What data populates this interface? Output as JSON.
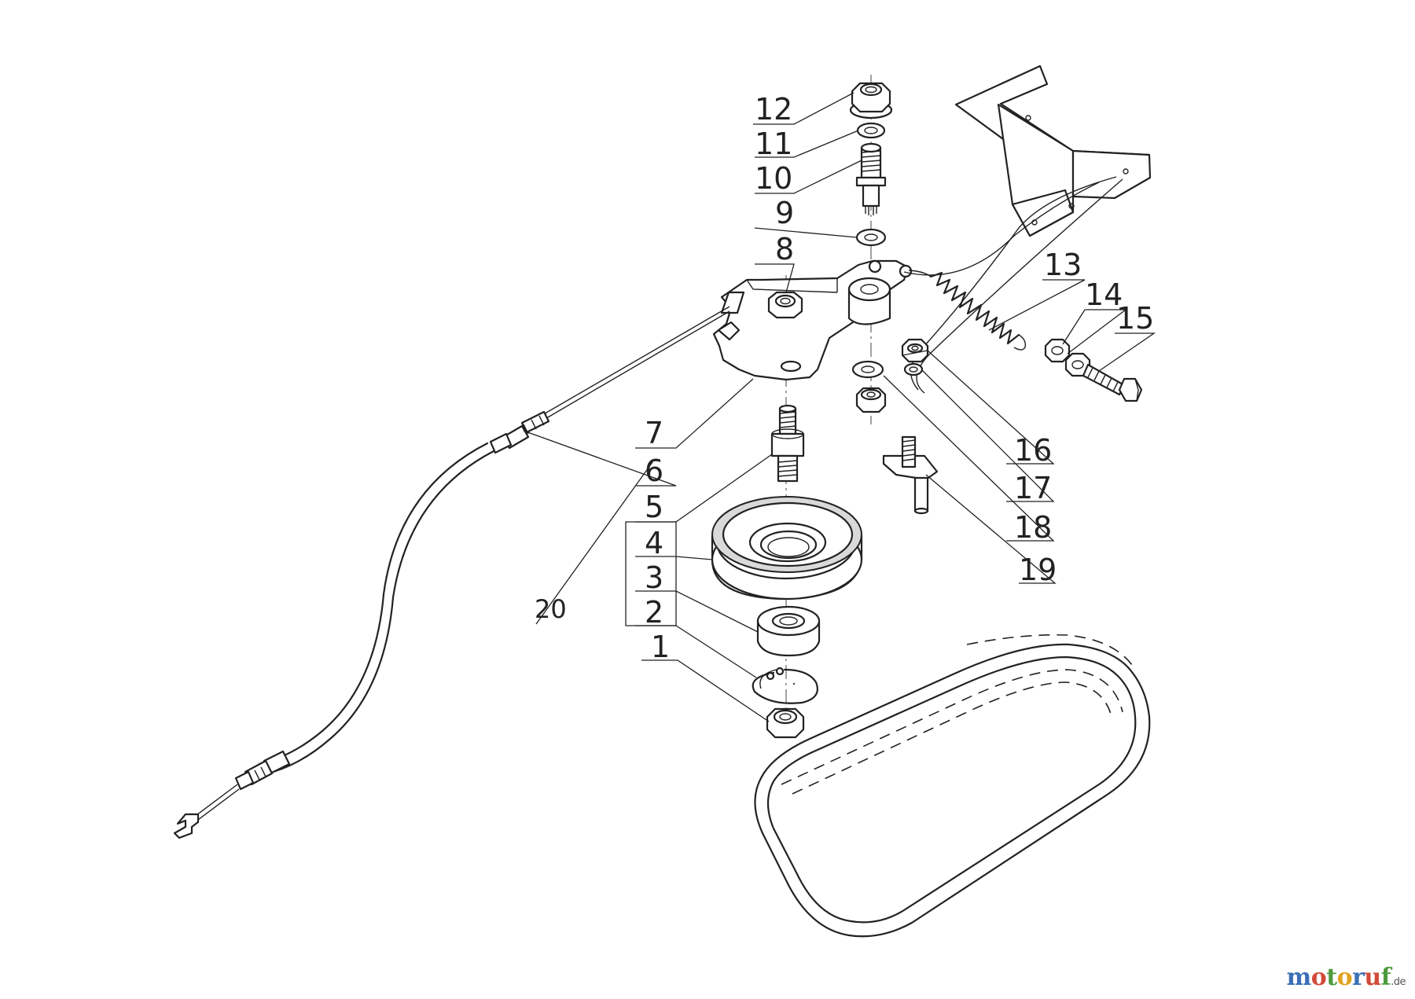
{
  "callouts": [
    {
      "id": "1",
      "label": "1"
    },
    {
      "id": "2",
      "label": "2"
    },
    {
      "id": "3",
      "label": "3"
    },
    {
      "id": "4",
      "label": "4"
    },
    {
      "id": "5",
      "label": "5"
    },
    {
      "id": "6",
      "label": "6"
    },
    {
      "id": "7",
      "label": "7"
    },
    {
      "id": "8",
      "label": "8"
    },
    {
      "id": "9",
      "label": "9"
    },
    {
      "id": "10",
      "label": "10"
    },
    {
      "id": "11",
      "label": "11"
    },
    {
      "id": "12",
      "label": "12"
    },
    {
      "id": "13",
      "label": "13"
    },
    {
      "id": "14",
      "label": "14"
    },
    {
      "id": "15",
      "label": "15"
    },
    {
      "id": "16",
      "label": "16"
    },
    {
      "id": "17",
      "label": "17"
    },
    {
      "id": "18",
      "label": "18"
    },
    {
      "id": "19",
      "label": "19"
    },
    {
      "id": "20",
      "label": "20"
    }
  ],
  "brand": {
    "letters": [
      "m",
      "o",
      "t",
      "o",
      "r",
      "u",
      "f"
    ],
    "tld": ".de",
    "colors": [
      "#3b6fb6",
      "#d24a3a",
      "#4e9a3e",
      "#e2a31f"
    ]
  }
}
